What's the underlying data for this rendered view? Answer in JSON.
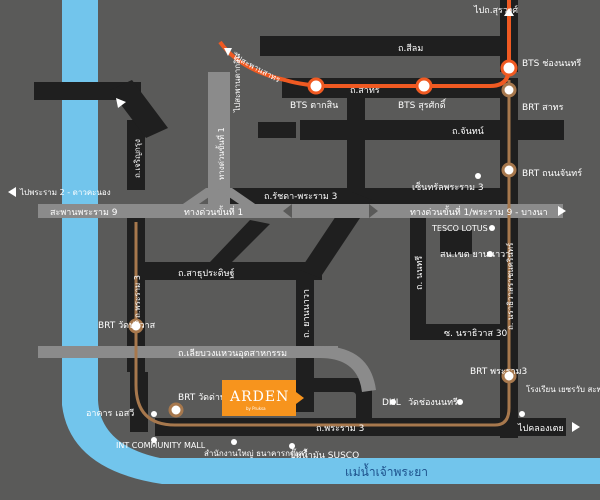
{
  "colors": {
    "background": "#5a5a59",
    "road": "#1f1f1f",
    "highway": "#8b8b8b",
    "river": "#72c5ec",
    "bts_line": "#f05a22",
    "brt_line": "#a7784d",
    "brand": "#f7941d"
  },
  "roads": {
    "silom": "ถ.สีลม",
    "sathorn": "ถ.สาทร",
    "chan": "ถ.จันทน์",
    "rachada_rama3": "ถ.รัชดา-พระราม 3",
    "sathupradit": "ถ.สาธุประดิษฐ์",
    "liap_wong_waen": "ถ.เลียบวงแหวนอุตสาหกรรม",
    "rama3": "ถ.พระราม 3",
    "rama3_west": "ถ.พระราม 3",
    "yan_nawa": "ถ. ยานนาวา",
    "nonsi": "ถ. นนทรี",
    "narathiwat": "ถ. นราธิวาสราชนครินทร์",
    "charoen_krung": "ถ.เจริญกรุง",
    "soi_narathiwat_30": "ซ. นราธิวาส 30",
    "expressway": "ทางด่วนขั้นที่ 1",
    "expressway_label": "ทางด่วนขั้นที่ 1",
    "expressway_right": "ทางด่วนขั้นที่ 1/พระราม 9 - บางนา",
    "rama9_bridge": "สะพานพระราม 9"
  },
  "directions": {
    "to_surawong": "ไปถ.สุรวงศ์",
    "to_rama2": "ไปพระราม 2 - ดาวคะนอง",
    "to_taksin_bridge": "ไปสะพานตากสิน",
    "to_bts_line": "ไปสะพานสาทร",
    "to_khlong_toei": "ไปคลองเตย"
  },
  "stations": {
    "bts_chong_nonsi": "BTS ช่องนนทรี",
    "bts_taksin": "BTS ตากสิน",
    "bts_surasak": "BTS สุรศักดิ์",
    "brt_sathorn": "BRT สาทร",
    "brt_thanon_chan": "BRT ถนนจันทร์",
    "brt_wat_pariwat": "BRT วัดปริวาส",
    "brt_wat_dan": "BRT วัดด่าน",
    "brt_rama3": "BRT พระราม3"
  },
  "places": {
    "central_rama3": "เซ็นทรัลพระราม 3",
    "tesco_lotus": "TESCO LOTUS",
    "district_office": "สน.เขต ยานนาวา",
    "dhl": "DHL",
    "wat_chong_nonsi": "วัดช่องนนทรี",
    "sukhumvit_school": "โรงเรียน เยซรวับ สะพานแดง",
    "asv_building": "อาคาร เอสวี",
    "int_community_mall": "INT COMMUNITY MALL",
    "bank_hq": "สำนักงานใหญ่ ธนาคารกรุงศรี",
    "susco": "ปั๊มน้ำมัน SUSCO"
  },
  "river": "แม่น้ำเจ้าพระยา",
  "brand": {
    "name": "ARDEN",
    "sub": "by Pruksa"
  }
}
